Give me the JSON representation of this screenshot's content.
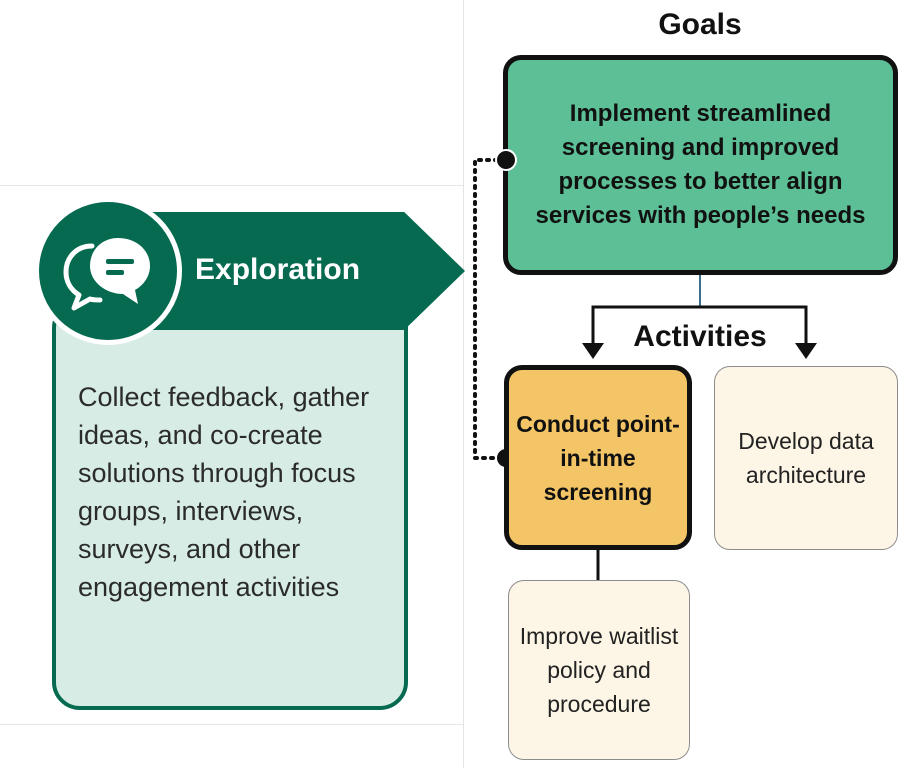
{
  "exploration": {
    "title": "Exploration",
    "description": "Collect feedback, gather ideas, and co-create solutions through focus groups, interviews, surveys, and other engagement activities",
    "icon": "speech-bubbles-icon"
  },
  "goals": {
    "heading": "Goals",
    "text": "Implement streamlined screening and improved processes to better align services with people’s needs"
  },
  "activities": {
    "heading": "Activities",
    "primary": "Conduct point-in-time screening",
    "secondary": "Develop data architecture",
    "tertiary": "Improve waitlist policy and procedure"
  },
  "colors": {
    "dark_green": "#066a51",
    "light_green": "#d6ece4",
    "goal_green": "#5cbf95",
    "activity_gold": "#f3c566",
    "activity_cream": "#fdf6e6"
  }
}
